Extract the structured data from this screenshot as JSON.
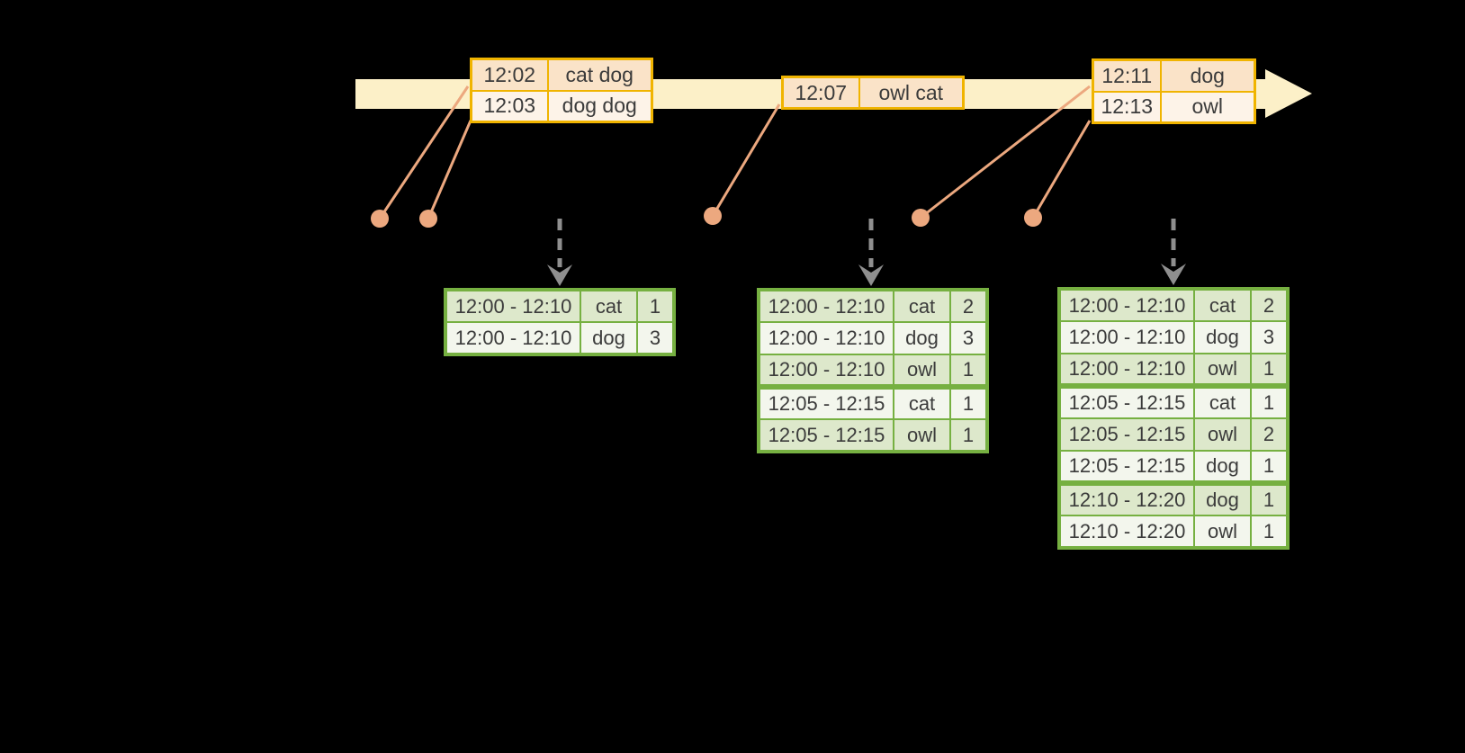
{
  "colors": {
    "background": "#000000",
    "timeline_band": "#FCF0C8",
    "event_border": "#F0B400",
    "event_row_dark": "#FAE3C8",
    "event_row_light": "#FDF3E8",
    "result_border": "#76B041",
    "result_row_tinted": "#DDE8CB",
    "result_row_light": "#F3F6ED",
    "dot": "#ECA87F",
    "connector": "#ECA87F",
    "trigger_arrow": "#8F8F8F",
    "text": "#3B3B3B"
  },
  "timeline": {
    "event_tables": [
      {
        "rows": [
          {
            "time": "12:02",
            "words": "cat dog"
          },
          {
            "time": "12:03",
            "words": "dog dog"
          }
        ]
      },
      {
        "rows": [
          {
            "time": "12:07",
            "words": "owl cat"
          }
        ]
      },
      {
        "rows": [
          {
            "time": "12:11",
            "words": "dog"
          },
          {
            "time": "12:13",
            "words": "owl"
          }
        ]
      }
    ]
  },
  "results": [
    {
      "rows": [
        {
          "window": "12:00 - 12:10",
          "word": "cat",
          "count": "1"
        },
        {
          "window": "12:00 - 12:10",
          "word": "dog",
          "count": "3"
        }
      ],
      "group_separators_after_row": []
    },
    {
      "rows": [
        {
          "window": "12:00 - 12:10",
          "word": "cat",
          "count": "2"
        },
        {
          "window": "12:00 - 12:10",
          "word": "dog",
          "count": "3"
        },
        {
          "window": "12:00 - 12:10",
          "word": "owl",
          "count": "1"
        },
        {
          "window": "12:05 - 12:15",
          "word": "cat",
          "count": "1"
        },
        {
          "window": "12:05 - 12:15",
          "word": "owl",
          "count": "1"
        }
      ],
      "group_separators_after_row": [
        3
      ]
    },
    {
      "rows": [
        {
          "window": "12:00 - 12:10",
          "word": "cat",
          "count": "2"
        },
        {
          "window": "12:00 - 12:10",
          "word": "dog",
          "count": "3"
        },
        {
          "window": "12:00 - 12:10",
          "word": "owl",
          "count": "1"
        },
        {
          "window": "12:05 - 12:15",
          "word": "cat",
          "count": "1"
        },
        {
          "window": "12:05 - 12:15",
          "word": "owl",
          "count": "2"
        },
        {
          "window": "12:05 - 12:15",
          "word": "dog",
          "count": "1"
        },
        {
          "window": "12:10 - 12:20",
          "word": "dog",
          "count": "1"
        },
        {
          "window": "12:10 - 12:20",
          "word": "owl",
          "count": "1"
        }
      ],
      "group_separators_after_row": [
        3,
        6
      ]
    }
  ]
}
